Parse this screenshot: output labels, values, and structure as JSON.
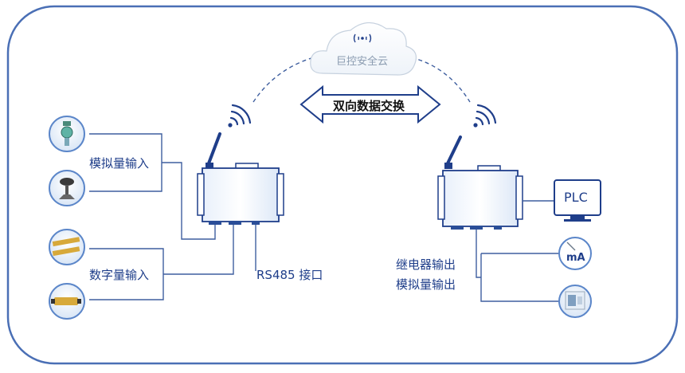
{
  "cloud": {
    "label": "巨控安全云"
  },
  "exchange": {
    "label": "双向数据交换"
  },
  "inputs": {
    "analog_label": "模拟量输入",
    "digital_label": "数字量输入"
  },
  "interface": {
    "label": "RS485 接口"
  },
  "outputs": {
    "relay_label": "继电器输出",
    "analog_label": "模拟量输出"
  },
  "plc": {
    "label": "PLC"
  },
  "meter": {
    "label": "mA"
  },
  "colors": {
    "border": "#4a6fb5",
    "line": "#3f5f9f",
    "device_fill": "#f4f8ff",
    "sensor_ring": "#5b86c9",
    "arrow_fill": "#ffffff",
    "wifi": "#1f3e8a"
  }
}
